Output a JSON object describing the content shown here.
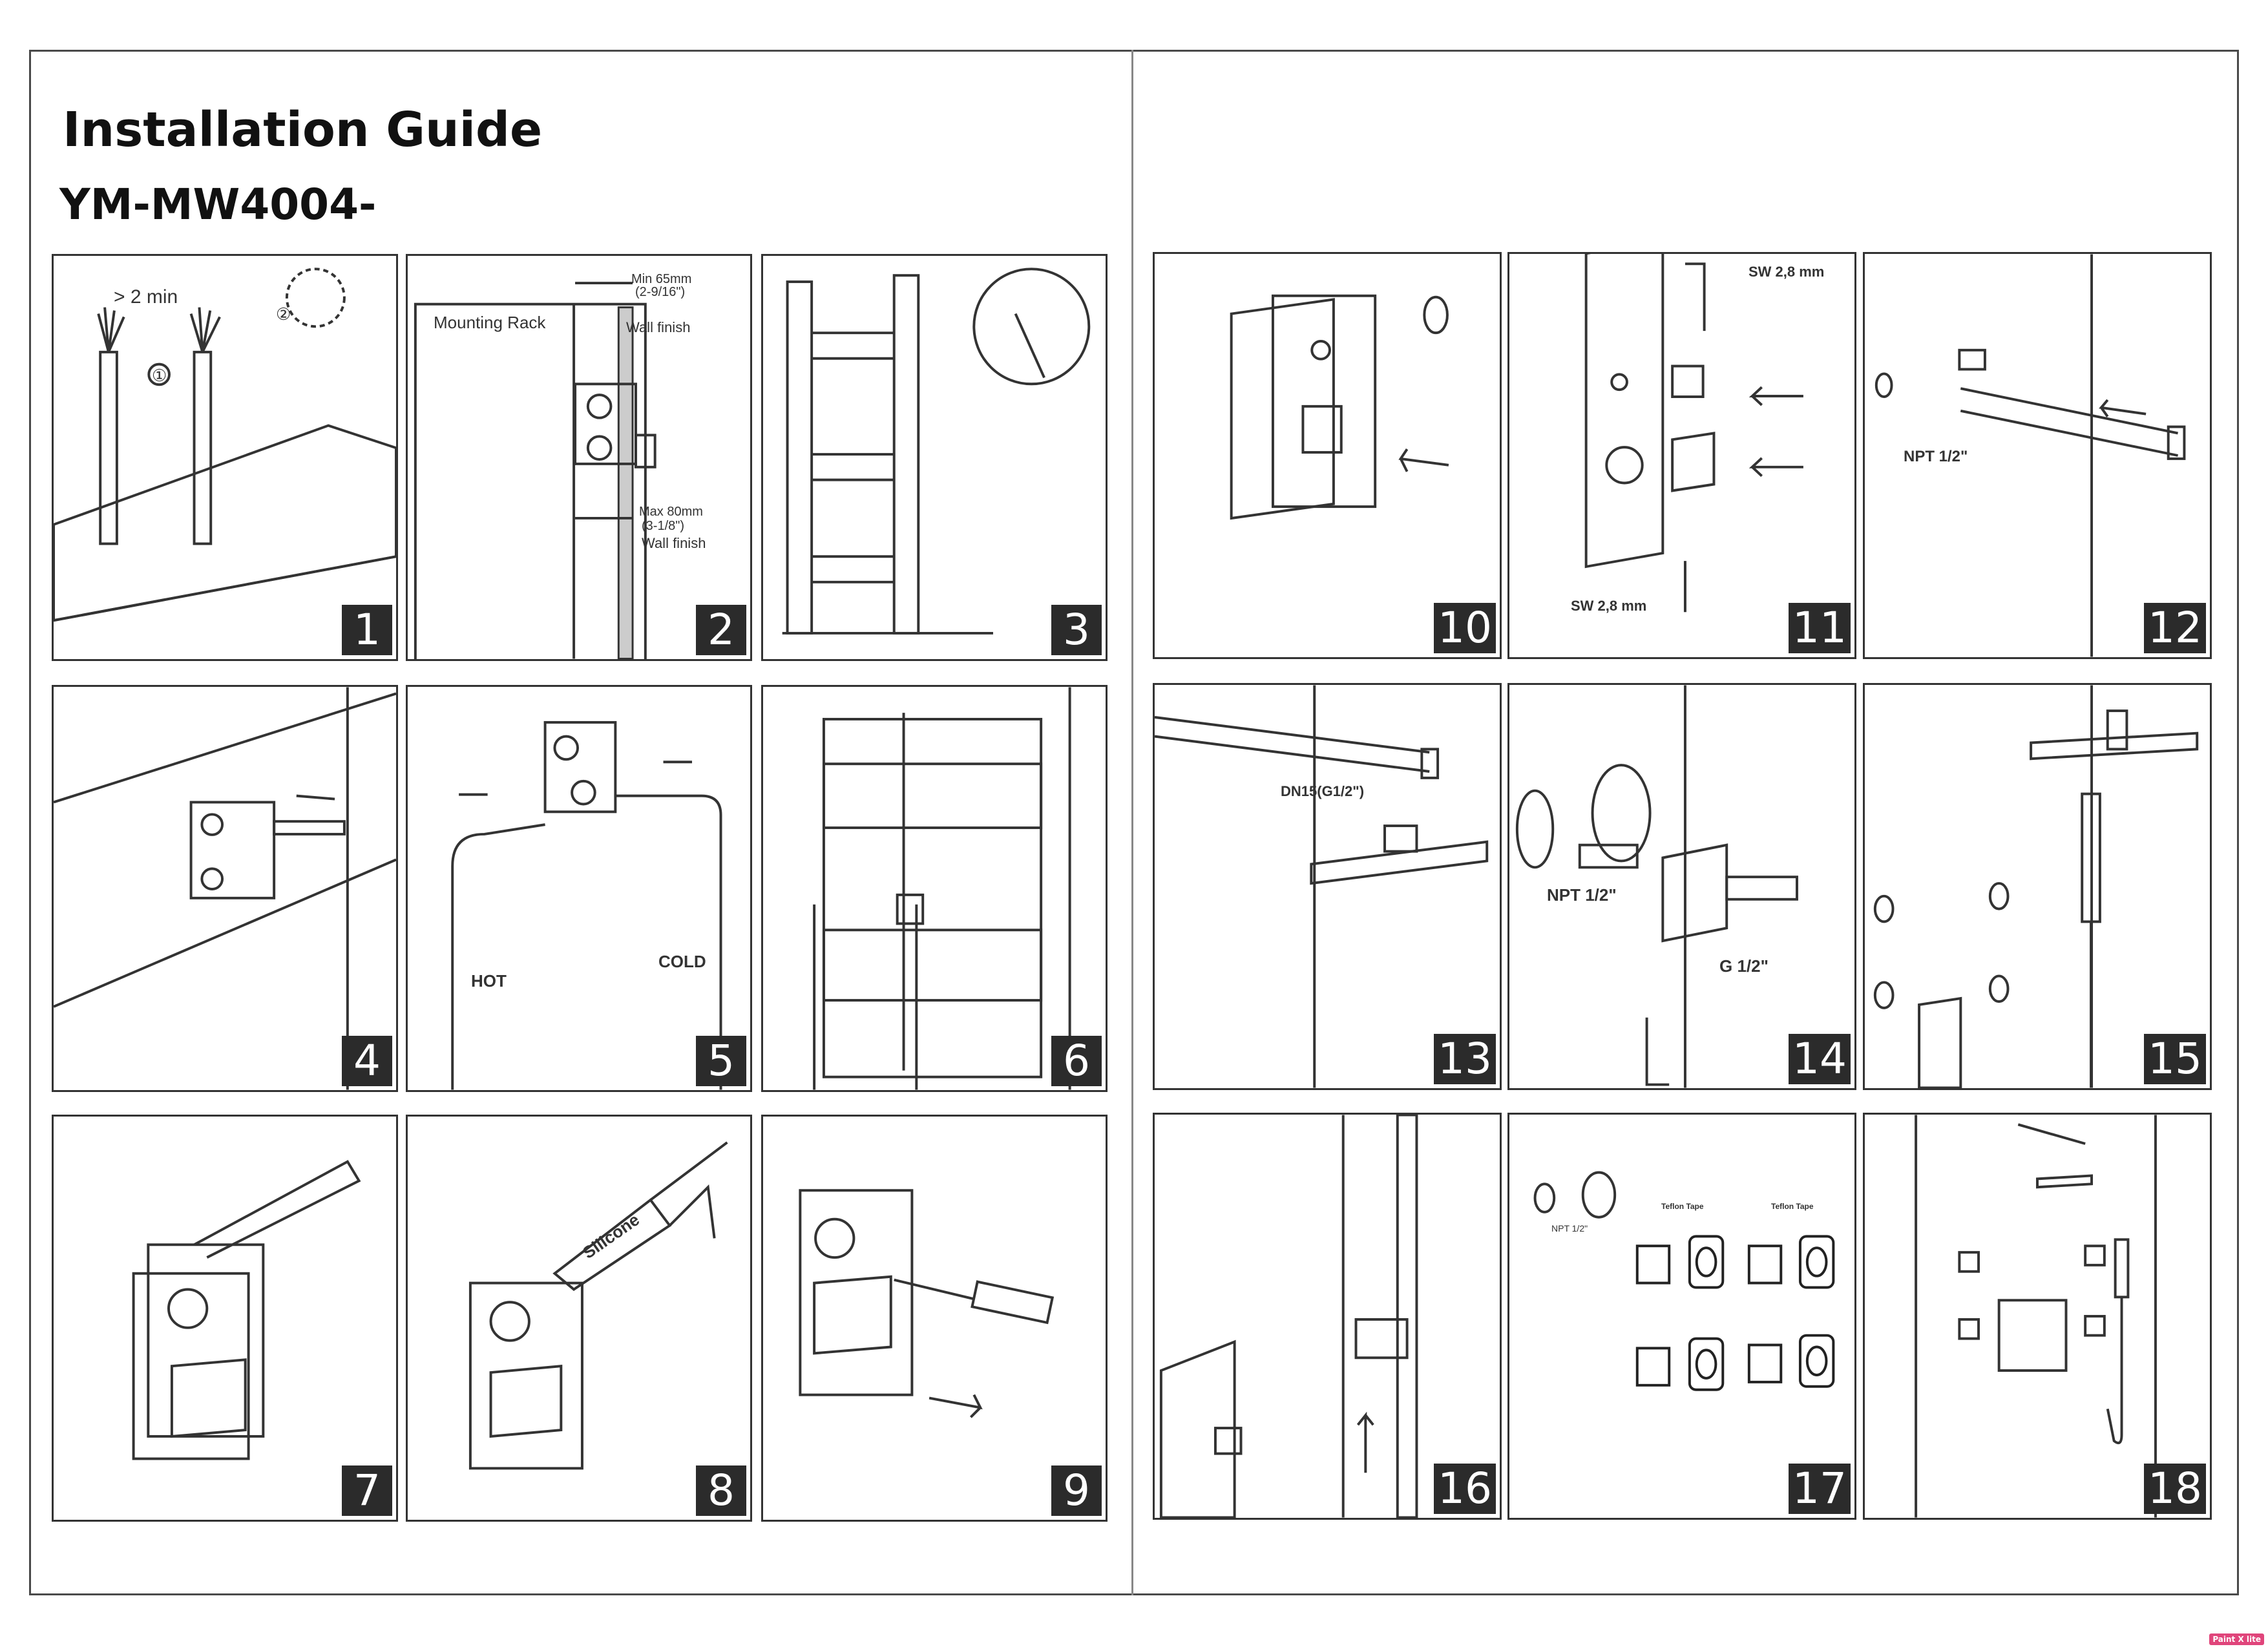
{
  "document": {
    "title": "Installation Guide",
    "model": "YM-MW4004-"
  },
  "steps": [
    {
      "number": "1",
      "labels": [
        "> 2 min",
        "①",
        "②"
      ]
    },
    {
      "number": "2",
      "labels": [
        "Min 65mm",
        "(2-9/16\")",
        "Mounting Rack",
        "Wall finish",
        "Max 80mm",
        "(3-1/8\")",
        "Wall finish"
      ]
    },
    {
      "number": "3",
      "labels": []
    },
    {
      "number": "4",
      "labels": []
    },
    {
      "number": "5",
      "labels": [
        "HOT",
        "COLD"
      ]
    },
    {
      "number": "6",
      "labels": []
    },
    {
      "number": "7",
      "labels": []
    },
    {
      "number": "8",
      "labels": [
        "Silicone"
      ]
    },
    {
      "number": "9",
      "labels": []
    },
    {
      "number": "10",
      "labels": []
    },
    {
      "number": "11",
      "labels": [
        "SW 2,8 mm",
        "SW 2,8 mm"
      ]
    },
    {
      "number": "12",
      "labels": [
        "NPT 1/2\""
      ]
    },
    {
      "number": "13",
      "labels": [
        "DN15(G1/2\")"
      ]
    },
    {
      "number": "14",
      "labels": [
        "NPT 1/2\"",
        "G 1/2\""
      ]
    },
    {
      "number": "15",
      "labels": []
    },
    {
      "number": "16",
      "labels": []
    },
    {
      "number": "17",
      "labels": [
        "NPT 1/2\"",
        "Teflon Tape",
        "Teflon Tape"
      ]
    },
    {
      "number": "18",
      "labels": []
    }
  ],
  "footer": {
    "badge": "Paint X lite"
  },
  "icons": [
    "rotate-arrow-icon",
    "push-arrow-icon",
    "hot-water-icon",
    "cold-water-icon",
    "screwdriver-icon",
    "silicone-gun-icon"
  ]
}
